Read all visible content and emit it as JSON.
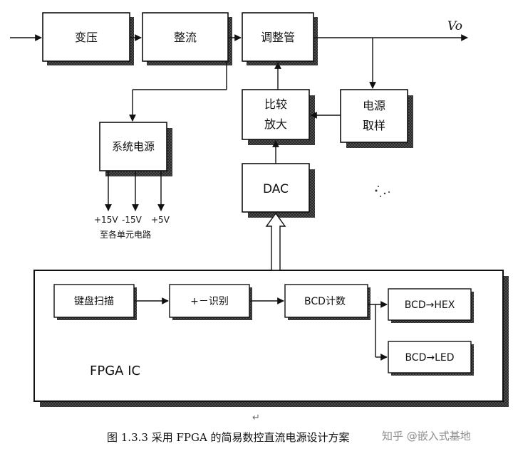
{
  "blocks": {
    "transformer": "变压",
    "rectifier": "整流",
    "regulator_tube": "调整管",
    "compare_line1": "比较",
    "compare_line2": "放大",
    "sample_line1": "电源",
    "sample_line2": "取样",
    "system_power": "系统电源",
    "dac": "DAC",
    "keyboard_scan": "键盘扫描",
    "sign_detect": "+－识别",
    "bcd_counter": "BCD计数",
    "bcd_hex": "BCD→HEX",
    "bcd_led": "BCD→LED",
    "fpga_ic": "FPGA  IC"
  },
  "output_label": "Vo",
  "supply_rails": [
    "+15V",
    "-15V",
    "+5V"
  ],
  "supply_note": "至各单元电路",
  "paragraph_mark": "↵",
  "caption": "图 1.3.3  采用 FPGA 的简易数控直流电源设计方案",
  "watermark": "知乎 @嵌入式基地"
}
